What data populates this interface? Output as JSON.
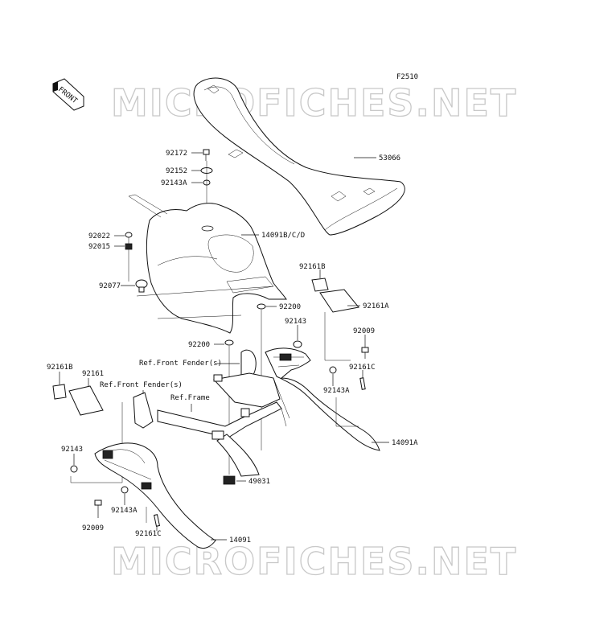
{
  "diagram": {
    "figure_code": "F2510",
    "front_indicator": "FRONT",
    "watermark": "MICROFICHES.NET",
    "labels": {
      "p53066": "53066",
      "p92172": "92172",
      "p92152": "92152",
      "p92143A_top": "92143A",
      "p92022": "92022",
      "p92015": "92015",
      "p14091BCD": "14091B/C/D",
      "p92077": "92077",
      "p92161B_right": "92161B",
      "p92161A": "92161A",
      "p92200_mid": "92200",
      "p92143_mid": "92143",
      "p92009_right": "92009",
      "p92200_left": "92200",
      "ref_front_fender_1": "Ref.Front Fender(s)",
      "p92161C_right": "92161C",
      "p92143A_right": "92143A",
      "p92161B_left": "92161B",
      "p92161_left": "92161",
      "ref_front_fender_2": "Ref.Front Fender(s)",
      "ref_frame": "Ref.Frame",
      "p14091A": "14091A",
      "p92143_left": "92143",
      "p49031": "49031",
      "p92143A_left": "92143A",
      "p92009_left": "92009",
      "p92161C_left": "92161C",
      "p14091": "14091"
    }
  }
}
